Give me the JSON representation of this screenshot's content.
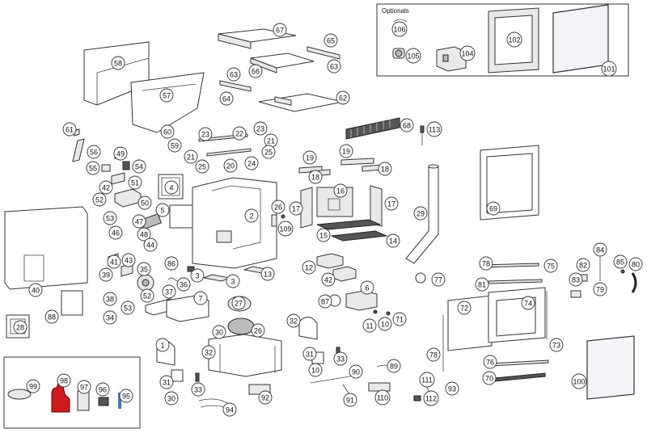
{
  "optionals_label": "Optionals",
  "callouts": [
    "106",
    "105",
    "104",
    "102",
    "101",
    "67",
    "65",
    "66",
    "63",
    "58",
    "57",
    "63",
    "64",
    "62",
    "68",
    "113",
    "61",
    "60",
    "59",
    "23",
    "22",
    "23",
    "21",
    "21",
    "25",
    "25",
    "20",
    "24",
    "19",
    "19",
    "18",
    "18",
    "56",
    "49",
    "54",
    "55",
    "51",
    "42",
    "4",
    "16",
    "52",
    "50",
    "26",
    "17",
    "17",
    "53",
    "47",
    "5",
    "2",
    "29",
    "46",
    "109",
    "15",
    "14",
    "69",
    "48",
    "44",
    "86",
    "40",
    "41",
    "43",
    "3",
    "3",
    "13",
    "12",
    "42",
    "39",
    "35",
    "36",
    "37",
    "52",
    "38",
    "53",
    "34",
    "7",
    "6",
    "87",
    "88",
    "28",
    "27",
    "26",
    "30",
    "1",
    "32",
    "31",
    "33",
    "30",
    "32",
    "31",
    "33",
    "10",
    "11",
    "10",
    "71",
    "77",
    "78",
    "75",
    "81",
    "82",
    "84",
    "85",
    "80",
    "83",
    "79",
    "72",
    "74",
    "73",
    "78",
    "76",
    "70",
    "100",
    "99",
    "98",
    "97",
    "96",
    "95",
    "94",
    "92",
    "91",
    "90",
    "89",
    "110",
    "111",
    "93",
    "112"
  ]
}
